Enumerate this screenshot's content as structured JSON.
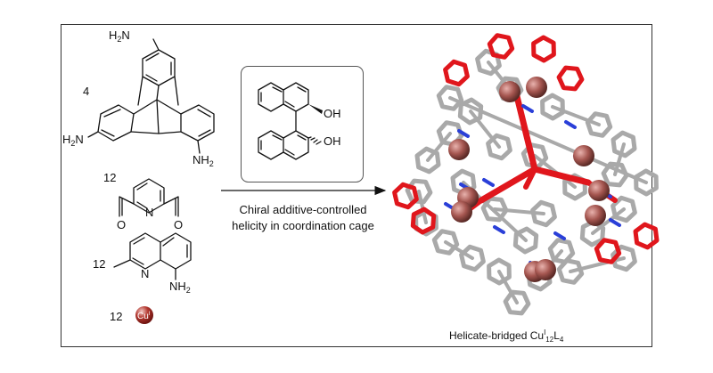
{
  "reactants": [
    {
      "count": "4",
      "name": "triptycene-triamine"
    },
    {
      "count": "12",
      "name": "pyridine-dialdehyde"
    },
    {
      "count": "12",
      "name": "2-methyl-8-aminoquinoline"
    },
    {
      "count": "12",
      "name": "copper-ion"
    }
  ],
  "atoms": {
    "nh2": "NH",
    "nh2_sub": "2",
    "h2n": "H",
    "h2n_sub": "2",
    "h2n_n": "N",
    "n": "N",
    "o": "O",
    "oh": "OH",
    "cu": "Cu",
    "cu_sup": "I"
  },
  "arrow": {
    "line1": "Chiral additive-controlled",
    "line2": "helicity in coordination cage"
  },
  "product": {
    "label_prefix": "Helicate-bridged  Cu",
    "label_sup": "I",
    "label_sub1": "12",
    "label_l": "L",
    "label_sub2": "4"
  },
  "colors": {
    "frame": "#333333",
    "cage_grey": "#a9a9a9",
    "cage_red": "#e0161c",
    "nitrogen": "#2a3fd8",
    "copper": "#8c4a44"
  }
}
